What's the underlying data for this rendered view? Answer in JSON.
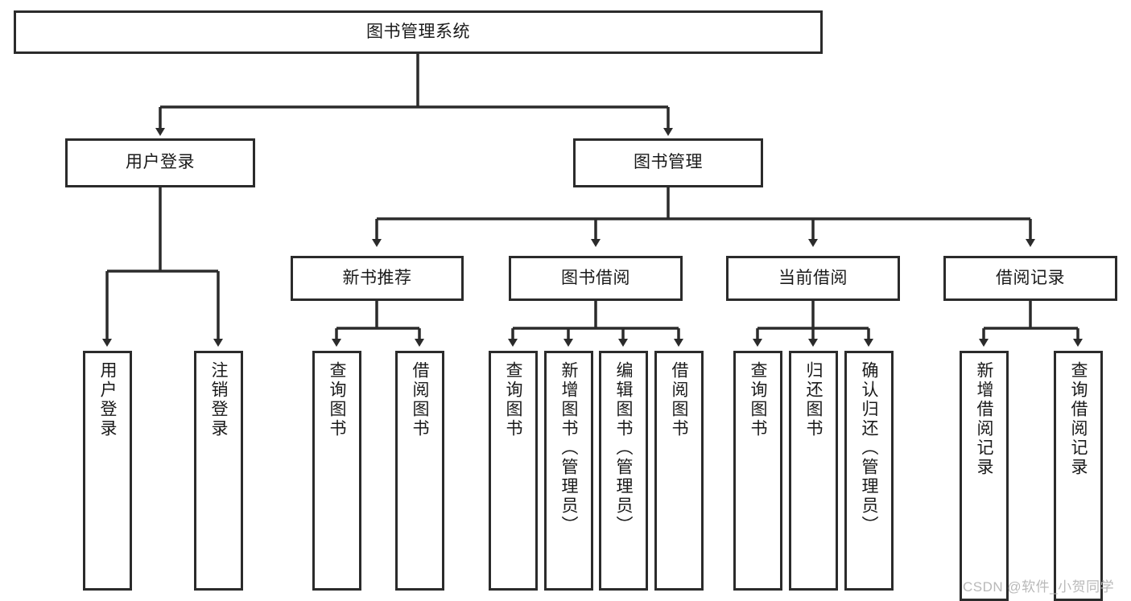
{
  "diagram": {
    "type": "hierarchy-tree",
    "title": "图书管理系统",
    "watermark": "CSDN @软件_小贺同学",
    "colors": {
      "background": "#ffffff",
      "stroke": "#2b2b2b",
      "text": "#1a1a1a",
      "watermark": "#b9b9b9"
    },
    "levels": {
      "root": {
        "label": "图书管理系统"
      },
      "level1": [
        {
          "label": "用户登录"
        },
        {
          "label": "图书管理"
        }
      ],
      "level2": [
        {
          "label": "新书推荐"
        },
        {
          "label": "图书借阅"
        },
        {
          "label": "当前借阅"
        },
        {
          "label": "借阅记录"
        }
      ],
      "leaves": {
        "user_login": [
          {
            "label": "用户登录"
          },
          {
            "label": "注销登录"
          }
        ],
        "new_book_recommend": [
          {
            "label": "查询图书"
          },
          {
            "label": "借阅图书"
          }
        ],
        "book_borrow": [
          {
            "label": "查询图书"
          },
          {
            "label": "新增图书（管理员）"
          },
          {
            "label": "编辑图书（管理员）"
          },
          {
            "label": "借阅图书"
          }
        ],
        "current_borrow": [
          {
            "label": "查询图书"
          },
          {
            "label": "归还图书"
          },
          {
            "label": "确认归还（管理员）"
          }
        ],
        "borrow_record": [
          {
            "label": "新增借阅记录"
          },
          {
            "label": "查询借阅记录"
          }
        ]
      }
    }
  }
}
